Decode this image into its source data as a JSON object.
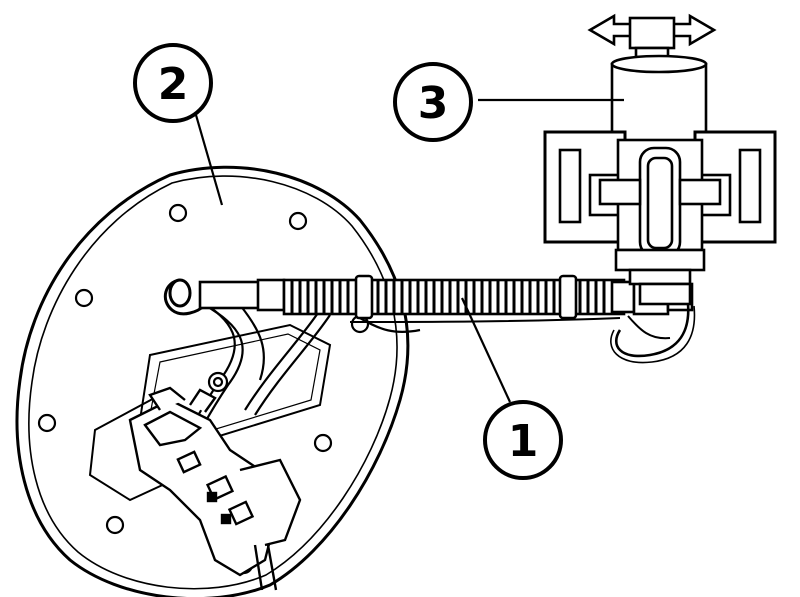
{
  "diagram": {
    "callouts": [
      {
        "id": "1",
        "label": "1"
      },
      {
        "id": "2",
        "label": "2"
      },
      {
        "id": "3",
        "label": "3"
      }
    ]
  },
  "colors": {
    "ink": "#000000",
    "paper": "#ffffff",
    "shade": "#e9e9e9"
  }
}
